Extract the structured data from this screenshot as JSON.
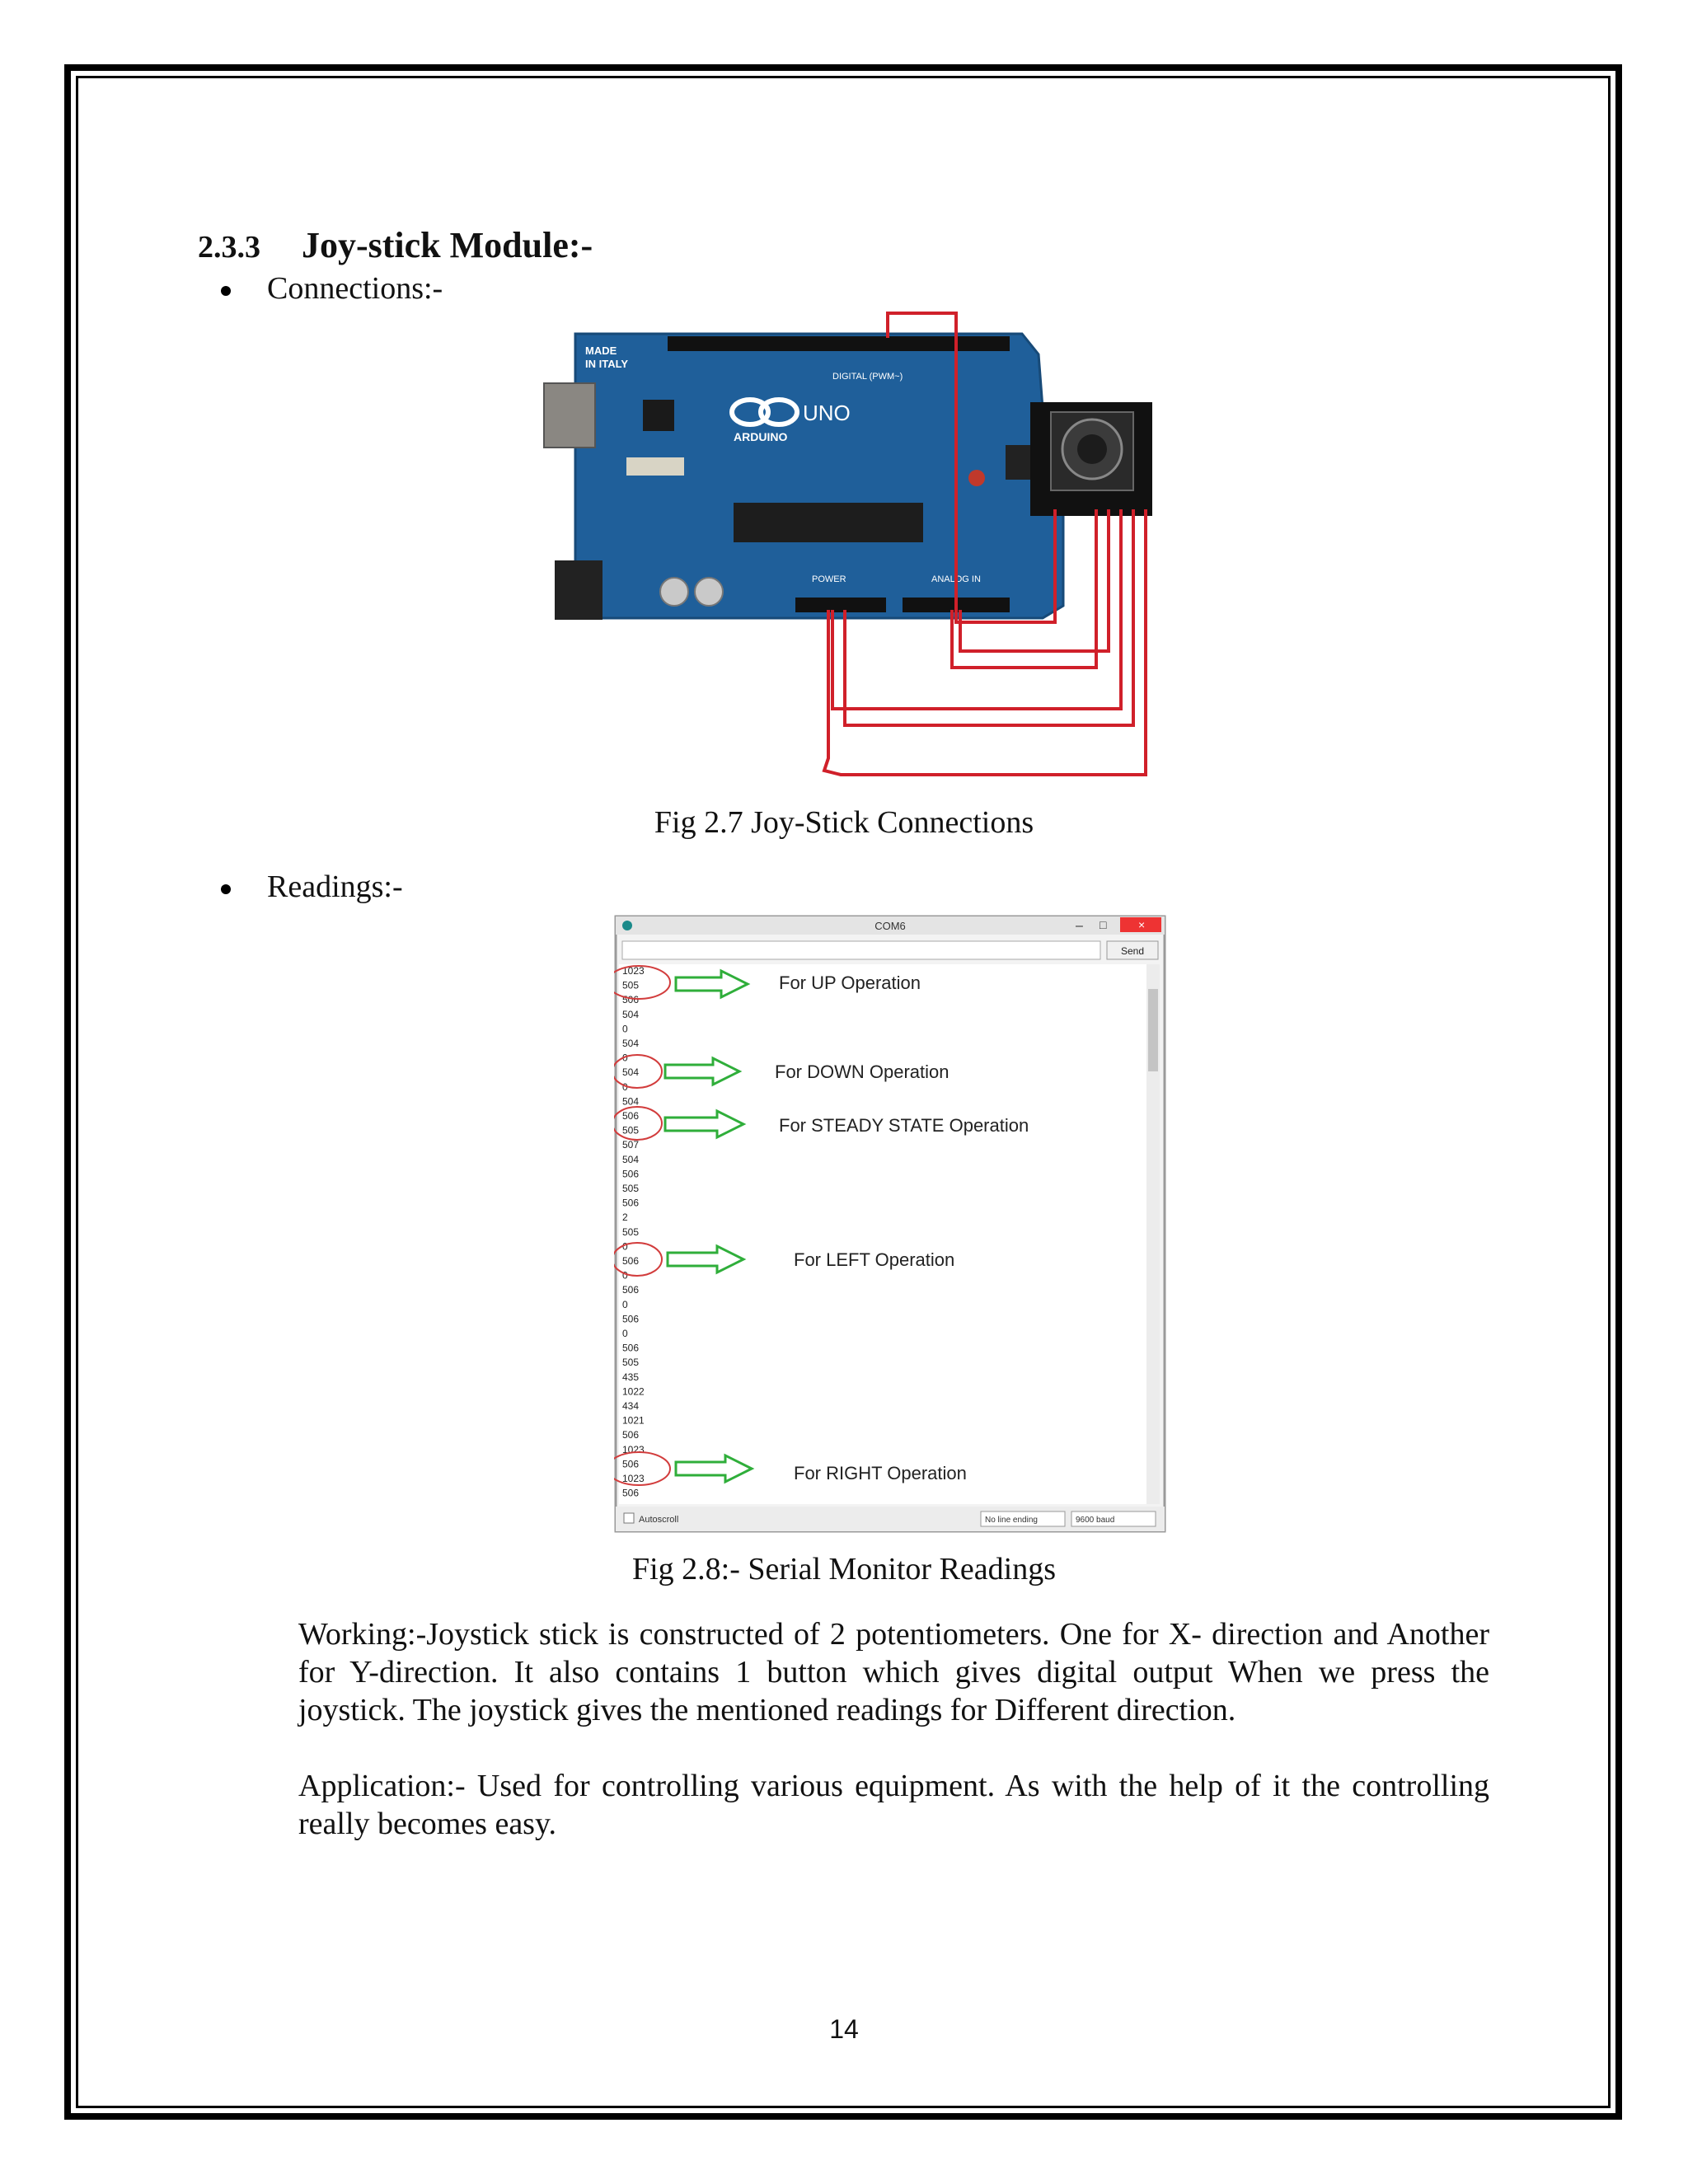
{
  "section": {
    "number": "2.3.3",
    "title": "Joy-stick Module:-"
  },
  "bullets": {
    "connections": "Connections:-",
    "readings": "Readings:-"
  },
  "figure1": {
    "board_text": [
      "MADE",
      "IN ITALY",
      "UNO",
      "ARDUINO",
      "DIGITAL (PWM~)",
      "POWER",
      "ANALOG IN"
    ],
    "caption": "Fig 2.7 Joy-Stick Connections"
  },
  "figure2": {
    "window_title": "COM6",
    "send_label": "Send",
    "readings": [
      "1023",
      "505",
      "506",
      "504",
      "0",
      "504",
      "0",
      "504",
      "0",
      "504",
      "506",
      "505",
      "507",
      "504",
      "506",
      "505",
      "506",
      "2",
      "505",
      "0",
      "506",
      "0",
      "506",
      "0",
      "506",
      "0",
      "506",
      "505",
      "435",
      "1022",
      "434",
      "1021",
      "506",
      "1023",
      "506",
      "1023",
      "506"
    ],
    "annotations": [
      "For  UP  Operation",
      "For  DOWN Operation",
      "For  STEADY STATE  Operation",
      "For  LEFT  Operation",
      "For  RIGHT  Operation"
    ],
    "autoscroll_label": "Autoscroll",
    "line_ending": "No line ending",
    "baud": "9600 baud",
    "caption": "Fig 2.8:- Serial Monitor Readings"
  },
  "working": "Working:-Joystick stick is constructed of 2 potentiometers. One for X- direction and Another for Y-direction.  It also contains 1 button which gives digital output When we press the joystick. The joystick gives the mentioned readings for Different direction.",
  "application": "Application:- Used for controlling various equipment. As with the help of it the controlling really becomes easy.",
  "page_number": "14",
  "colors": {
    "board": "#1f5f9a",
    "wire": "#d0202a",
    "arrow": "#2fae3a",
    "highlight": "#d23c3c"
  }
}
